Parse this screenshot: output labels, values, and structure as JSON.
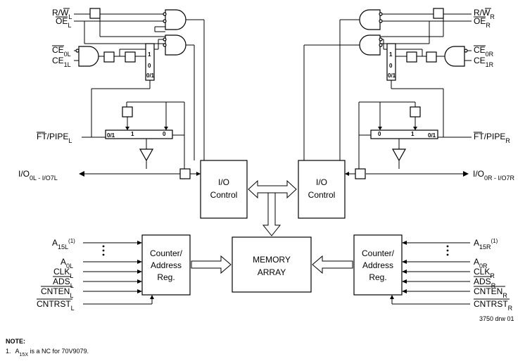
{
  "left_port": {
    "rw": "R/W",
    "rw_bar": "W",
    "rw_sub": "L",
    "oe": "OE",
    "oe_sub": "L",
    "ce0": "CE",
    "ce0_sub": "0L",
    "ce1": "CE",
    "ce1_sub": "1L",
    "ft_pipe": "FT/PIPE",
    "ft_pipe_sub": "L",
    "io": "I/O",
    "io_range": "0L - I/O",
    "io_end": "7L",
    "a15": "A",
    "a15_sub": "15L",
    "a15_note": "(1)",
    "a0": "A",
    "a0_sub": "0L",
    "clk": "CLK",
    "clk_sub": "L",
    "ads": "ADS",
    "ads_sub": "L",
    "cnten": "CNTEN",
    "cnten_sub": "L",
    "cntrst": "CNTRST",
    "cntrst_sub": "L"
  },
  "right_port": {
    "rw": "R/W",
    "rw_sub": "R",
    "oe": "OE",
    "oe_sub": "R",
    "ce0": "CE",
    "ce0_sub": "0R",
    "ce1": "CE",
    "ce1_sub": "1R",
    "ft_pipe": "FT/PIPE",
    "ft_pipe_sub": "R",
    "io": "I/O",
    "io_range": "0R - I/O",
    "io_end": "7R",
    "a15": "A",
    "a15_sub": "15R",
    "a15_note": "(1)",
    "a0": "A",
    "a0_sub": "0R",
    "clk": "CLK",
    "clk_sub": "R",
    "ads": "ADS",
    "ads_sub": "R",
    "cnten": "CNTEN",
    "cnten_sub": "R",
    "cntrst": "CNTRST",
    "cntrst_sub": "R"
  },
  "blocks": {
    "io_control_line1": "I/O",
    "io_control_line2": "Control",
    "counter_line1": "Counter/",
    "counter_line2": "Address",
    "counter_line3": "Reg.",
    "memory_line1": "MEMORY",
    "memory_line2": "ARRAY"
  },
  "mux": {
    "one": "1",
    "zero": "0",
    "zero_one": "0/1"
  },
  "drawing_id": "3750 drw 01",
  "note": {
    "heading": "NOTE:",
    "item_number": "1.",
    "item_signal": "A",
    "item_signal_sub": "15X",
    "item_text": " is a NC for 70V9079."
  }
}
